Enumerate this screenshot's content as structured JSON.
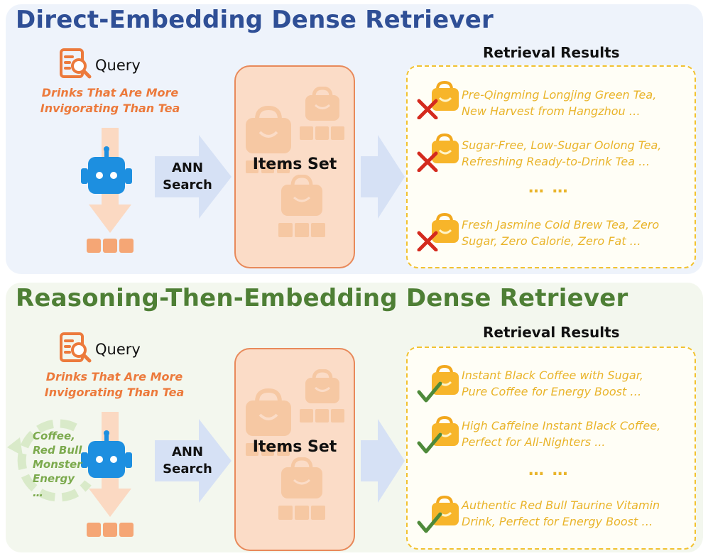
{
  "panels": [
    {
      "title": "Direct-Embedding Dense Retriever",
      "query_label": "Query",
      "query_text": [
        "Drinks That Are More",
        "Invigorating Than Tea"
      ],
      "ann_label": [
        "ANN",
        "Search"
      ],
      "items_label": "Items Set",
      "results_title": "Retrieval Results",
      "results": [
        {
          "lines": [
            "Pre-Qingming Longjing Green Tea,",
            "New Harvest from Hangzhou …"
          ],
          "status": "wrong"
        },
        {
          "lines": [
            "Sugar-Free, Low-Sugar Oolong Tea,",
            "Refreshing Ready-to-Drink Tea …"
          ],
          "status": "wrong"
        },
        {
          "lines": [
            "Fresh Jasmine Cold Brew Tea, Zero",
            "Sugar, Zero Calorie, Zero Fat …"
          ],
          "status": "wrong"
        }
      ],
      "ellipsis": "… …"
    },
    {
      "title": "Reasoning-Then-Embedding Dense Retriever",
      "query_label": "Query",
      "query_text": [
        "Drinks That Are More",
        "Invigorating Than Tea"
      ],
      "reasoning": [
        "Coffee,",
        "Red Bull",
        "Monster",
        "Energy",
        "…"
      ],
      "ann_label": [
        "ANN",
        "Search"
      ],
      "items_label": "Items Set",
      "results_title": "Retrieval Results",
      "results": [
        {
          "lines": [
            "Instant Black Coffee with Sugar,",
            "Pure Coffee for Energy Boost …"
          ],
          "status": "correct"
        },
        {
          "lines": [
            "High Caffeine Instant Black Coffee,",
            "Perfect for All-Nighters ..."
          ],
          "status": "correct"
        },
        {
          "lines": [
            "Authentic Red Bull Taurine Vitamin",
            "Drink, Perfect for Energy Boost …"
          ],
          "status": "correct"
        }
      ],
      "ellipsis": "… …"
    }
  ],
  "colors": {
    "title1": "#2f4f96",
    "title2": "#4e7f35",
    "query_text": "#ec7a3c",
    "result_text": "#e9b42a",
    "wrong_mark": "#d42a1e",
    "correct_mark": "#4e8a3a",
    "robot": "#1d8fe0"
  }
}
